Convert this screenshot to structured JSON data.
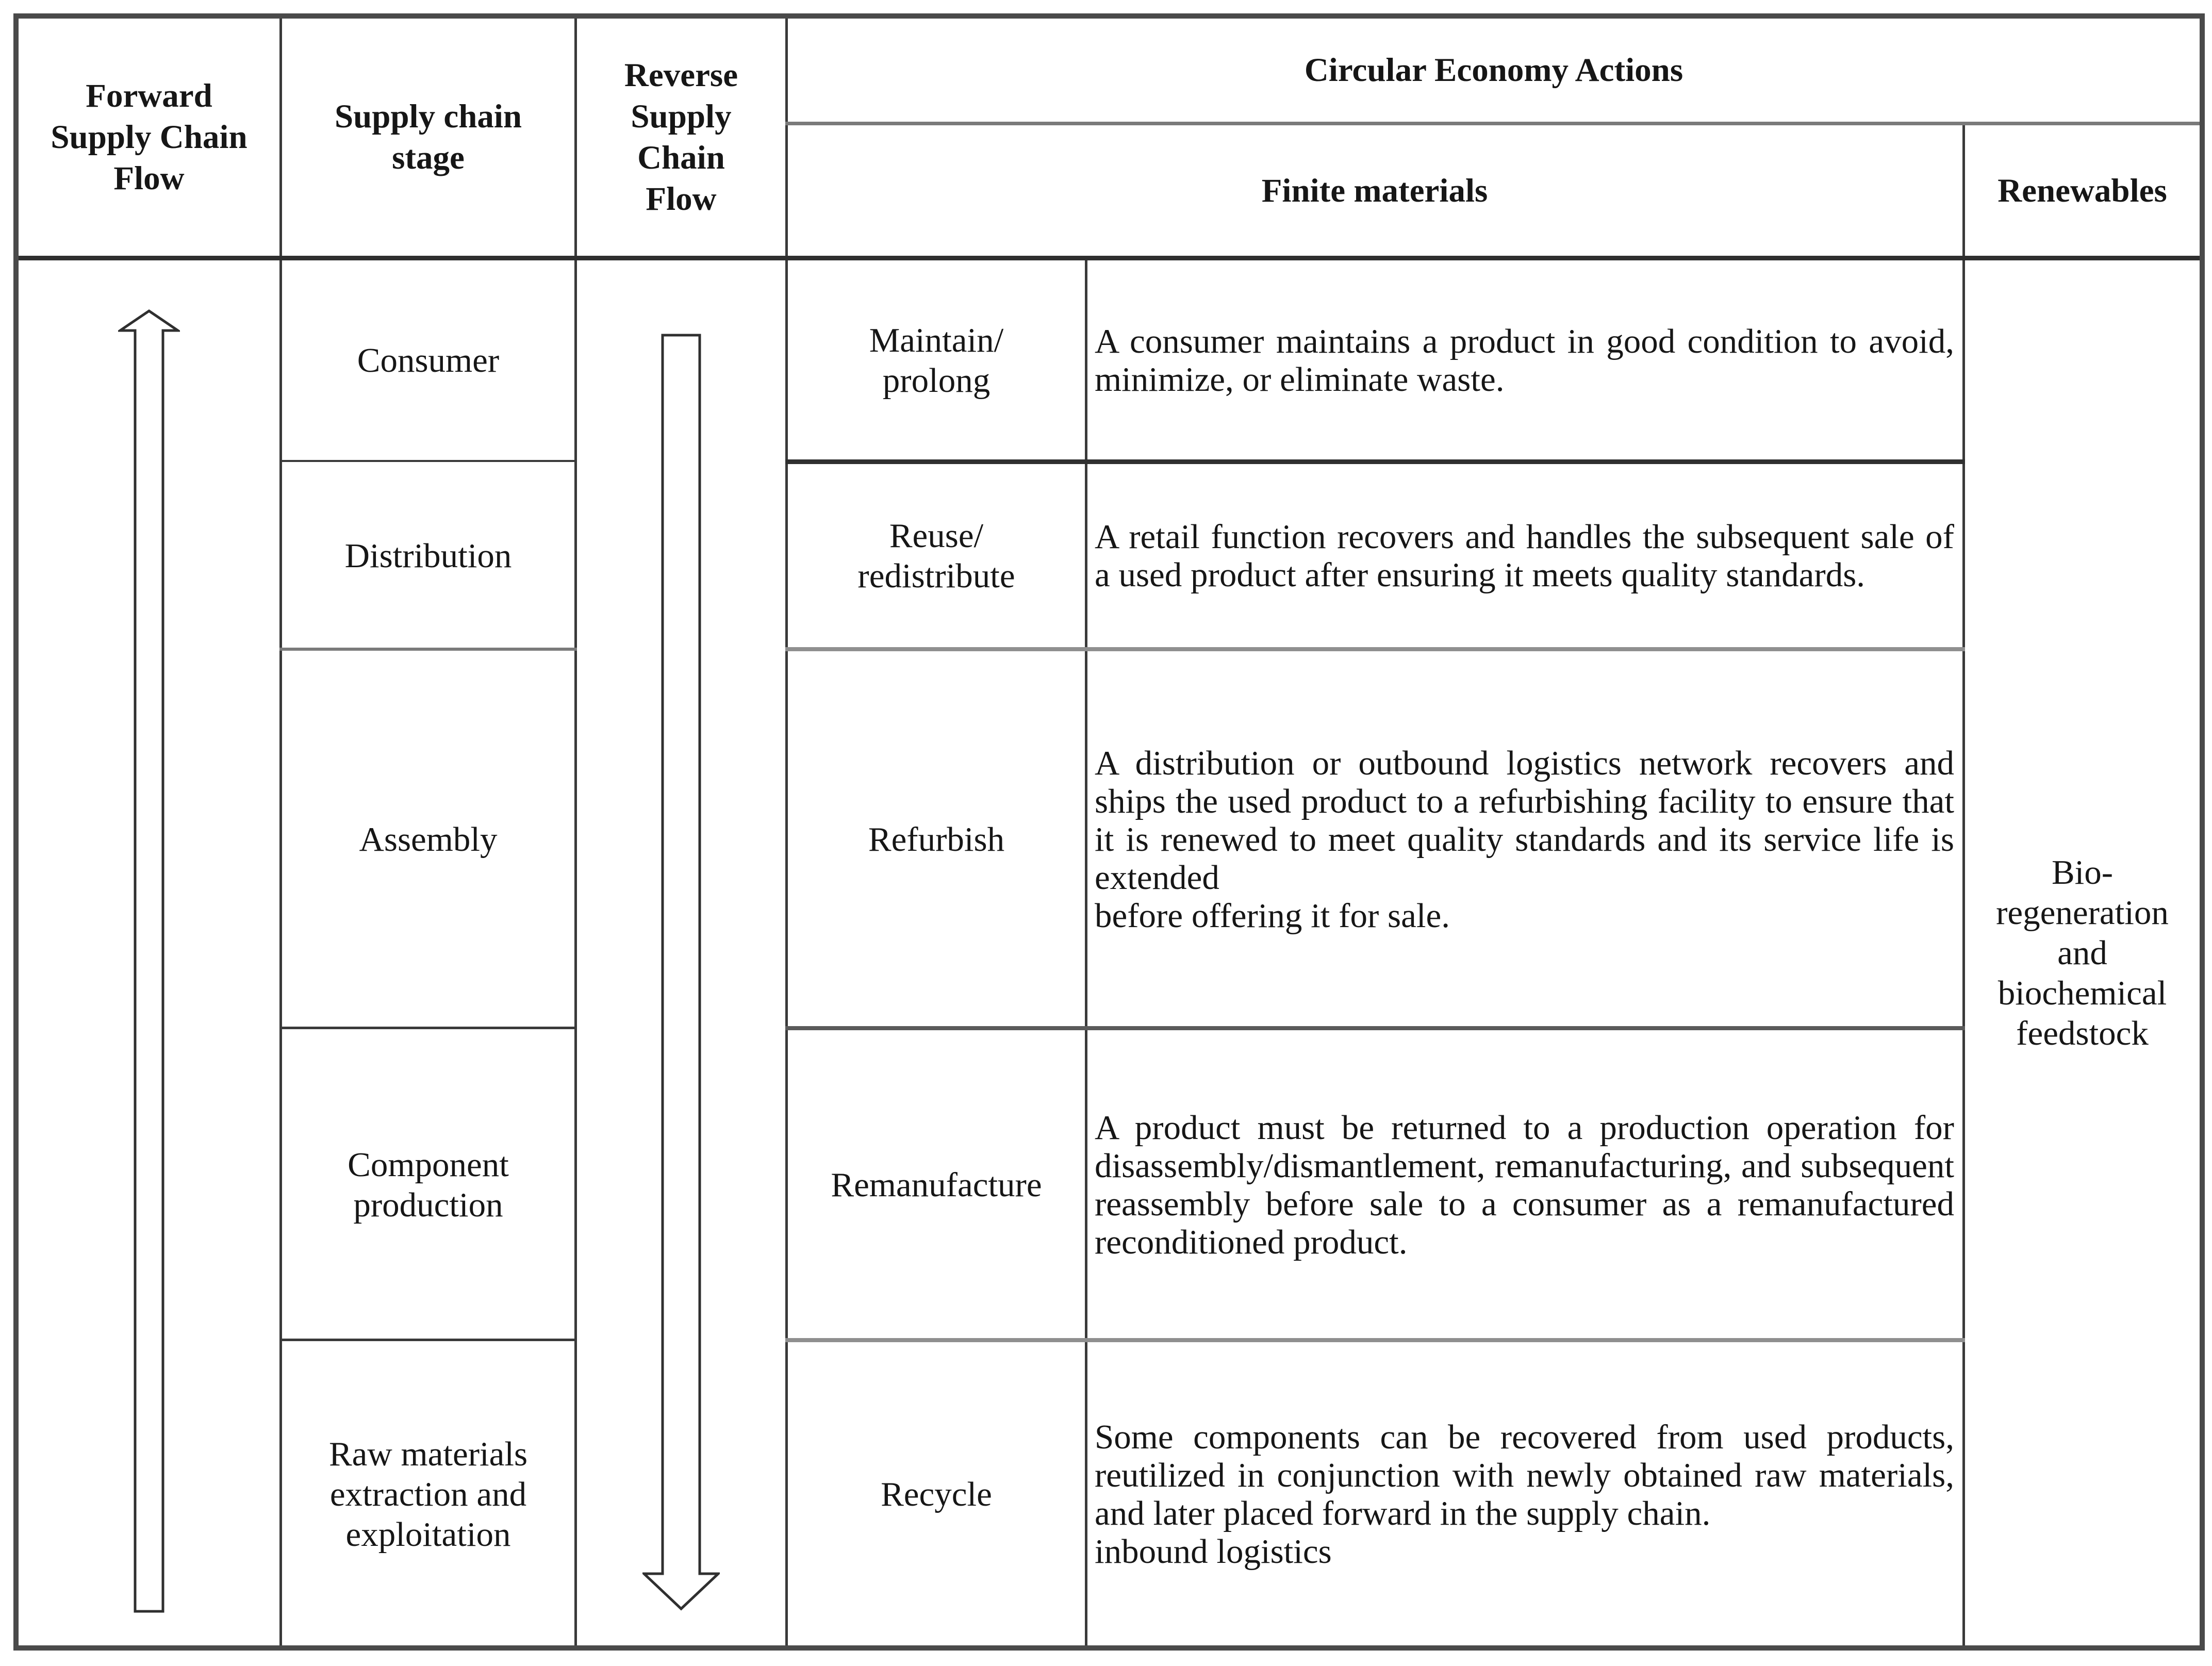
{
  "table": {
    "headers": {
      "forward_flow": "Forward\nSupply Chain\nFlow",
      "stage": "Supply chain\nstage",
      "reverse_flow": "Reverse\nSupply\nChain\nFlow",
      "actions": "Circular Economy Actions",
      "finite_materials": "Finite materials",
      "renewables": "Renewables"
    },
    "rows": [
      {
        "stage": "Consumer",
        "action": "Maintain/\nprolong",
        "description": "A consumer maintains a product in good condition to avoid, minimize, or eliminate waste."
      },
      {
        "stage": "Distribution",
        "action": "Reuse/\nredistribute",
        "description": "A retail function recovers and handles the subsequent sale of a used product after ensuring it meets quality standards."
      },
      {
        "stage": "Assembly",
        "action": "Refurbish",
        "description": "A distribution or outbound logistics network recovers and ships the used product to a refurbishing facility to ensure that it is renewed to meet quality standards and its service life is extended\nbefore offering it for sale."
      },
      {
        "stage": "Component\nproduction",
        "action": "Remanufacture",
        "description": "A product must be returned to a production operation for disassembly/dismantlement, remanufacturing, and subsequent reassembly before sale to a consumer as a remanufactured reconditioned product."
      },
      {
        "stage": "Raw materials\nextraction and\nexploitation",
        "action": "Recycle",
        "description": "Some components can be recovered from used products, reutilized in conjunction with newly obtained raw materials, and later placed forward in the supply chain.\ninbound logistics"
      }
    ],
    "renewables_body": "Bio-\nregeneration\nand\nbiochemical\nfeedstock",
    "icons": {
      "forward_flow_arrow": "hollow-up-arrow",
      "reverse_flow_arrow": "hollow-down-arrow"
    },
    "colors": {
      "line_dark": "#3a3a3a",
      "line_medium": "#5a5a5a",
      "line_gray": "#8f8f8f",
      "border": "#4a4a4a",
      "text": "#161616",
      "background": "#ffffff"
    }
  }
}
